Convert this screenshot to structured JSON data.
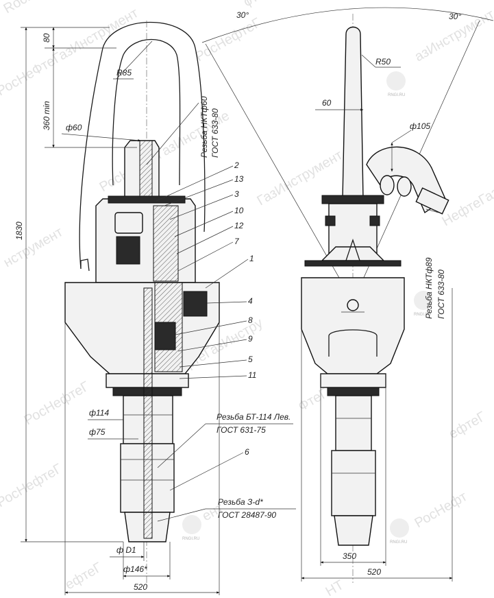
{
  "watermarks": {
    "brand_a": "РосНефтеГазИнструмент",
    "brand_b": "RNGI.RU",
    "fragments": [
      "RocHe",
      "ϕтеГ",
      "РосНефтеГ",
      "азИнструмент",
      "РосНеФтеГазИнструмент",
      "РосНефтеГазИнструме",
      "ГазИнструмент",
      "нструмент",
      "НефтеГазИнстру",
      "РосНефтеГазИнстру",
      "РосНефтеГ",
      "ФтеГ",
      "ефтеГ",
      "РосНефтеГ",
      "ент",
      "РосНефт",
      "ефтеГ",
      "НТ"
    ]
  },
  "left_view": {
    "dims": {
      "top": "80",
      "radius": "R85",
      "bail_min": "360 min",
      "bail_dia": "ф60",
      "overall": "1830",
      "d114": "ф114",
      "d75": "ф75",
      "d1": "ф D1",
      "d146": "ф146*",
      "width": "520"
    },
    "notes": {
      "thread1_a": "Резьба НКТф60",
      "thread1_b": "ГОСТ 633-80",
      "thread2_a": "Резьба БТ-114 Лев.",
      "thread2_b": "ГОСТ 631-75",
      "thread3_a": "Резьба З-d*",
      "thread3_b": "ГОСТ 28487-90"
    },
    "callouts": [
      "2",
      "13",
      "3",
      "10",
      "12",
      "7",
      "1",
      "4",
      "8",
      "9",
      "5",
      "11",
      "6"
    ]
  },
  "right_view": {
    "dims": {
      "angle_left": "30°",
      "angle_right": "30°",
      "radius": "R50",
      "w60": "60",
      "d105": "ф105",
      "w350": "350",
      "w520": "520"
    },
    "notes": {
      "thread_a": "Резьба НКТф89",
      "thread_b": "ГОСТ 633-80"
    }
  }
}
